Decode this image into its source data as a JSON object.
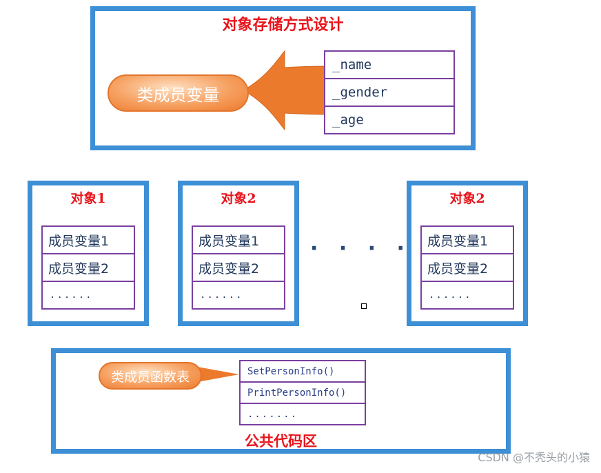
{
  "design_panel": {
    "title": "对象存储方式设计",
    "pill_label": "类成员变量",
    "fields": [
      "_name",
      "_gender",
      "_age"
    ]
  },
  "objects": [
    {
      "title": "对象1",
      "rows": [
        "成员变量1",
        "成员变量2",
        "......"
      ]
    },
    {
      "title": "对象2",
      "rows": [
        "成员变量1",
        "成员变量2",
        "......"
      ]
    },
    {
      "title": "对象2",
      "rows": [
        "成员变量1",
        "成员变量2",
        "......"
      ]
    }
  ],
  "ellipsis": "· · · · · ·",
  "code_panel": {
    "pill_label": "类成员函数表",
    "functions": [
      "SetPersonInfo()",
      "PrintPersonInfo()",
      "......."
    ],
    "label": "公共代码区"
  },
  "watermark": "CSDN @不秃头的小猿",
  "colors": {
    "panel_border": "#3d8fd6",
    "title_red": "#e8141b",
    "cell_border": "#7a3fa0",
    "arrow_orange": "#ec7a2c"
  }
}
